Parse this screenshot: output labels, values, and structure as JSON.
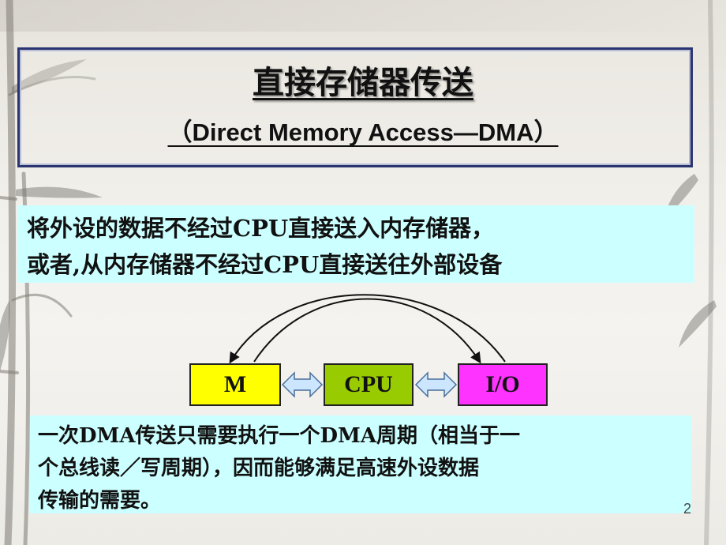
{
  "title": {
    "main": "直接存储器传送",
    "sub": "（Direct Memory Access—DMA）"
  },
  "definition": {
    "line1": "将外设的数据不经过CPU直接送入内存储器，",
    "line2": "或者,从内存储器不经过CPU直接送往外部设备"
  },
  "diagram": {
    "blocks": {
      "memory": "M",
      "cpu": "CPU",
      "io": "I/O"
    },
    "colors": {
      "memory": "#ffff00",
      "cpu": "#99cc00",
      "io": "#ff33ff",
      "bus_arrow": "#cce6ff"
    }
  },
  "note": {
    "line1": "一次DMA传送只需要执行一个DMA周期（相当于一",
    "line2": "个总线读／写周期），因而能够满足高速外设数据",
    "line3": "传输的需要。"
  },
  "page_number": "2"
}
